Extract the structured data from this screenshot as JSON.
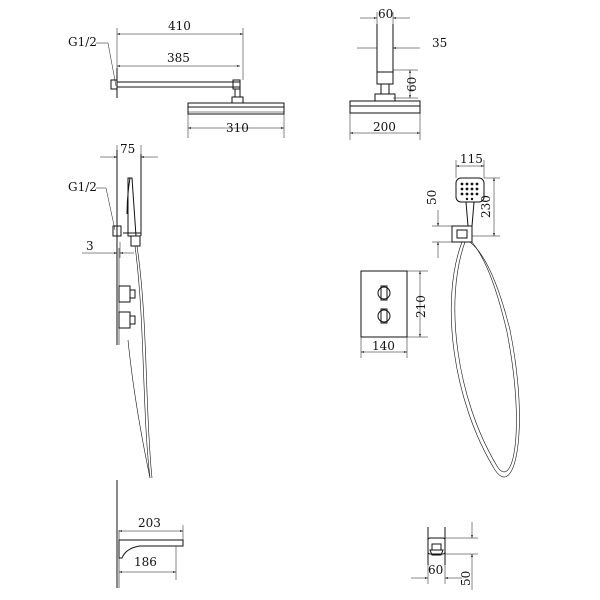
{
  "dims": {
    "arm_total": "410",
    "arm_inner": "385",
    "thread_top": "G1/2",
    "head_width": "310",
    "mount_width": "60",
    "mount_depth": "35",
    "mount_height": "60",
    "head_depth": "200",
    "side_width": "75",
    "thread_side": "G1/2",
    "plate_thick": "3",
    "hand_width": "115",
    "hand_height": "230",
    "holder_height": "50",
    "panel_height": "210",
    "panel_width": "140",
    "spout_total": "203",
    "spout_inner": "186",
    "spout_base_width": "60",
    "spout_base_height": "50"
  }
}
